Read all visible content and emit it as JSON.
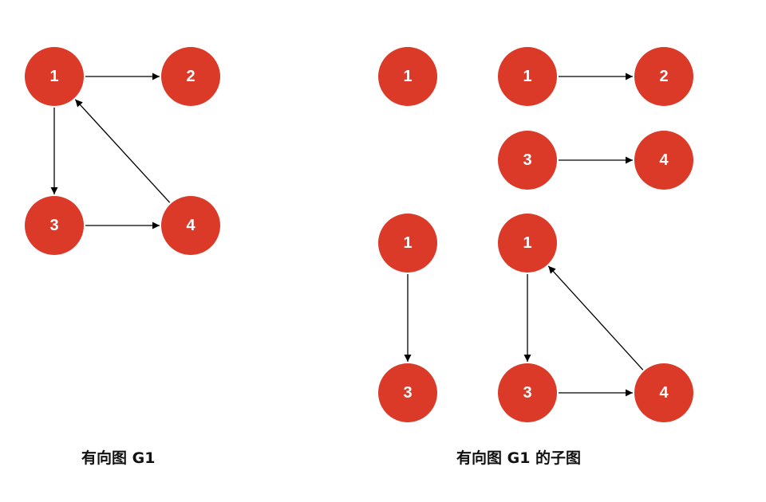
{
  "colors": {
    "node_fill": "#dc3a28",
    "node_text": "#ffffff",
    "edge": "#000000"
  },
  "captions": {
    "left": "有向图 G1",
    "right": "有向图 G1 的子图"
  },
  "graphs": [
    {
      "id": "g1",
      "nodes": [
        {
          "key": "a",
          "label": "1"
        },
        {
          "key": "b",
          "label": "2"
        },
        {
          "key": "c",
          "label": "3"
        },
        {
          "key": "d",
          "label": "4"
        }
      ],
      "edges": [
        {
          "from": "a",
          "to": "b"
        },
        {
          "from": "a",
          "to": "c"
        },
        {
          "from": "c",
          "to": "d"
        },
        {
          "from": "d",
          "to": "a"
        }
      ]
    },
    {
      "id": "sub1",
      "nodes": [
        {
          "key": "a",
          "label": "1"
        }
      ],
      "edges": []
    },
    {
      "id": "sub2",
      "nodes": [
        {
          "key": "a",
          "label": "1"
        },
        {
          "key": "b",
          "label": "2"
        },
        {
          "key": "c",
          "label": "3"
        },
        {
          "key": "d",
          "label": "4"
        }
      ],
      "edges": [
        {
          "from": "a",
          "to": "b"
        },
        {
          "from": "c",
          "to": "d"
        }
      ]
    },
    {
      "id": "sub3",
      "nodes": [
        {
          "key": "a",
          "label": "1"
        },
        {
          "key": "c",
          "label": "3"
        }
      ],
      "edges": [
        {
          "from": "a",
          "to": "c"
        }
      ]
    },
    {
      "id": "sub4",
      "nodes": [
        {
          "key": "a",
          "label": "1"
        },
        {
          "key": "c",
          "label": "3"
        },
        {
          "key": "d",
          "label": "4"
        }
      ],
      "edges": [
        {
          "from": "a",
          "to": "c"
        },
        {
          "from": "c",
          "to": "d"
        },
        {
          "from": "d",
          "to": "a"
        }
      ]
    }
  ]
}
